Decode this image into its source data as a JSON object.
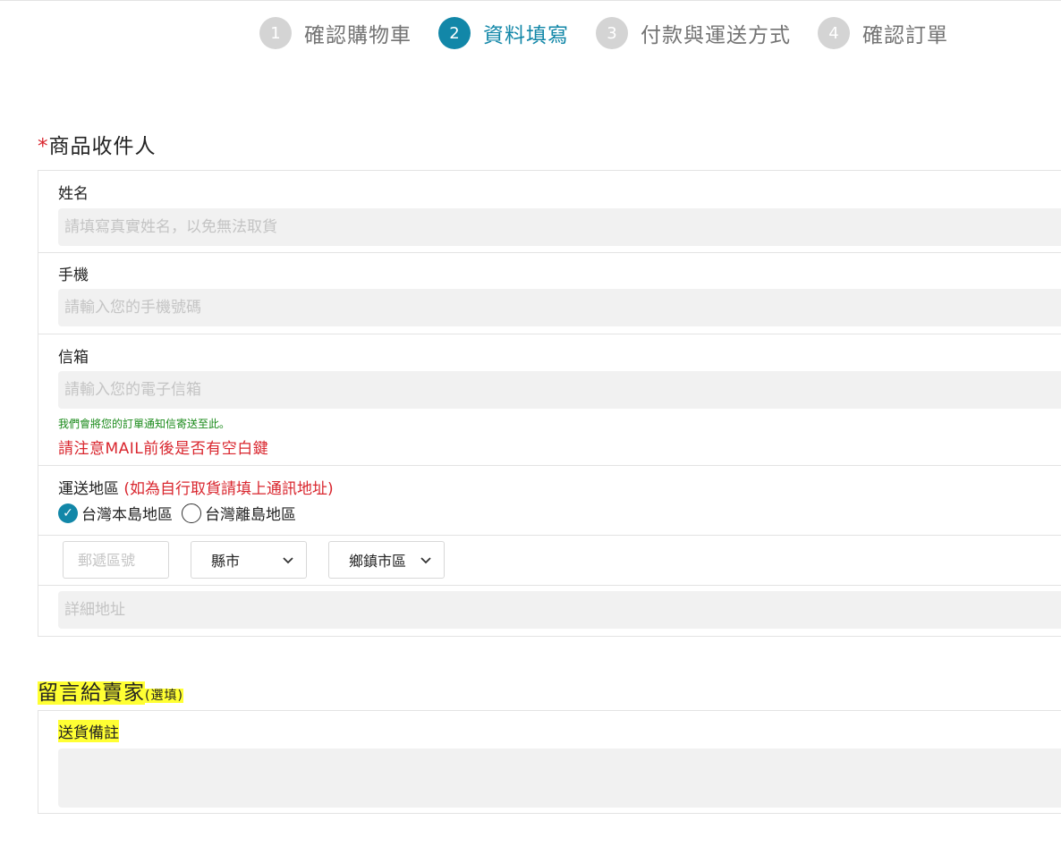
{
  "steps": [
    {
      "num": "1",
      "label": "確認購物車"
    },
    {
      "num": "2",
      "label": "資料填寫"
    },
    {
      "num": "3",
      "label": "付款與運送方式"
    },
    {
      "num": "4",
      "label": "確認訂單"
    }
  ],
  "recipient": {
    "required_mark": "*",
    "title": "商品收件人",
    "name_label": "姓名",
    "name_placeholder": "請填寫真實姓名，以免無法取貨",
    "phone_label": "手機",
    "phone_placeholder": "請輸入您的手機號碼",
    "email_label": "信箱",
    "email_placeholder": "請輸入您的電子信箱",
    "email_note": "我們會將您的訂單通知信寄送至此。",
    "email_warning": "請注意MAIL前後是否有空白鍵",
    "region_label": "運送地區",
    "region_hint": "(如為自行取貨請填上通訊地址)",
    "region_options": [
      "台灣本島地區",
      "台灣離島地區"
    ],
    "zip_placeholder": "郵遞區號",
    "city_select": "縣市",
    "district_select": "鄉鎮市區",
    "address_placeholder": "詳細地址"
  },
  "message": {
    "title": "留言給賣家",
    "optional": "(選填)",
    "note_label": "送貨備註"
  },
  "colors": {
    "accent": "#1287a8",
    "highlight": "#ffff33",
    "required": "#d9262e",
    "note_green": "#1a8a1a"
  }
}
